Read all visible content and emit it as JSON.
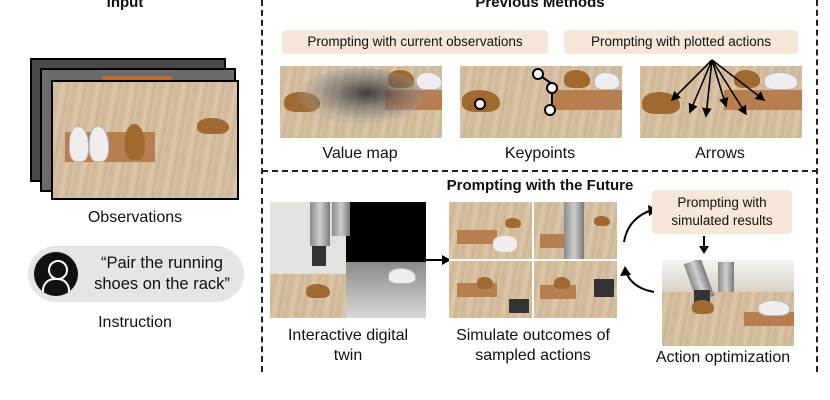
{
  "input": {
    "title": "Input",
    "observations_caption": "Observations",
    "instruction_text": "“Pair the running shoes on the rack”",
    "instruction_caption": "Instruction"
  },
  "previous": {
    "title": "Previous Methods",
    "pill_current": "Prompting with current observations",
    "pill_plotted": "Prompting with plotted actions",
    "value_map": "Value map",
    "keypoints": "Keypoints",
    "arrows": "Arrows"
  },
  "future": {
    "title": "Prompting with the Future",
    "digital_twin": "Interactive digital twin",
    "simulate": "Simulate outcomes of sampled actions",
    "pill_simulated": "Prompting with simulated results",
    "optimization": "Action optimization"
  }
}
